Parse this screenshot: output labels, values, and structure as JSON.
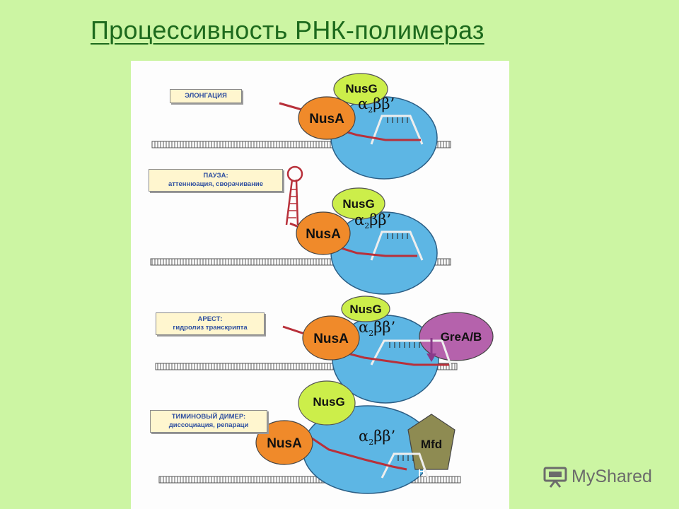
{
  "title": "Процессивность РНК-полимераз",
  "panels": [
    {
      "label_lines": [
        "ЭЛОНГАЦИЯ"
      ]
    },
    {
      "label_lines": [
        "ПАУЗА:",
        "аттеннюация, сворачивание"
      ]
    },
    {
      "label_lines": [
        "АРЕСТ:",
        "гидролиз транскрипта"
      ]
    },
    {
      "label_lines": [
        "ТИМИНОВЫЙ ДИМЕР:",
        "диссоциация, репараци"
      ]
    }
  ],
  "proteins": {
    "nusg": "NusG",
    "nusa": "NusA",
    "core_prefix": "α",
    "core_sub": "2",
    "core_suffix": "ββ’",
    "grea": "GreA/B",
    "mfd": "Mfd"
  },
  "watermark": "MyShared",
  "colors": {
    "background": "#ccf5a3",
    "title": "#1d6a1d",
    "core": "#5db6e4",
    "nusa": "#f08a2a",
    "nusg": "#ccee4a",
    "grea": "#b562ac",
    "mfd": "#8e8b52",
    "rna": "#b8303a",
    "label_bg": "#fff6cf",
    "label_text": "#2f4fa0"
  }
}
